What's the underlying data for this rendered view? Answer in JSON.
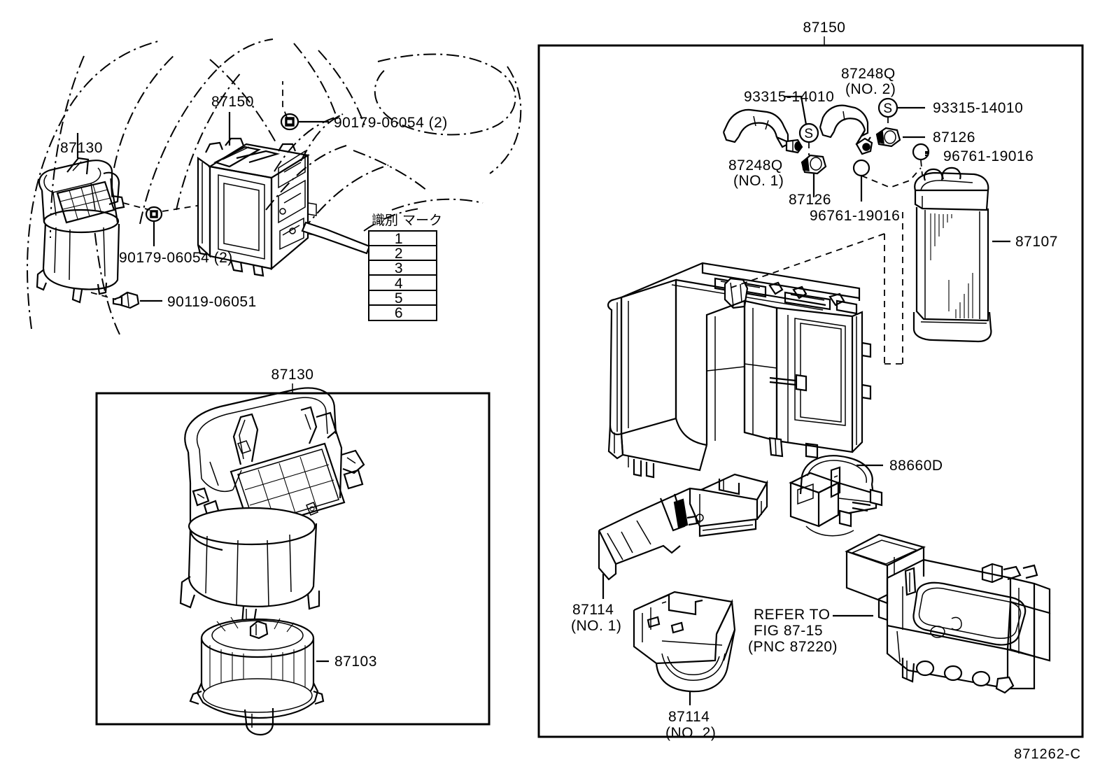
{
  "diagram": {
    "code": "871262-C",
    "top_left_section": {
      "labels": [
        {
          "id": "l1",
          "text": "87150"
        },
        {
          "id": "l2",
          "text": "87130"
        },
        {
          "id": "l3",
          "text": "90179-06054 (2)"
        },
        {
          "id": "l4",
          "text": "90179-06054 (2)"
        },
        {
          "id": "l5",
          "text": "90119-06051"
        }
      ]
    },
    "mark_table": {
      "header": "識別 マーク",
      "rows": [
        "1",
        "2",
        "3",
        "4",
        "5",
        "6"
      ]
    },
    "blower_panel": {
      "title": "87130",
      "labels": [
        {
          "id": "b1",
          "text": "87103"
        }
      ]
    },
    "heater_panel": {
      "title": "87150",
      "labels": [
        {
          "id": "h1",
          "text": "93315-14010"
        },
        {
          "id": "h2",
          "text": "87248Q"
        },
        {
          "id": "h2b",
          "text": "(NO. 2)"
        },
        {
          "id": "h3",
          "text": "93315-14010"
        },
        {
          "id": "h4",
          "text": "87126"
        },
        {
          "id": "h5",
          "text": "96761-19016"
        },
        {
          "id": "h6",
          "text": "87248Q"
        },
        {
          "id": "h6b",
          "text": "(NO. 1)"
        },
        {
          "id": "h7",
          "text": "87126"
        },
        {
          "id": "h8",
          "text": "96761-19016"
        },
        {
          "id": "h9",
          "text": "87107"
        },
        {
          "id": "h10",
          "text": "88660D"
        },
        {
          "id": "h11",
          "text": "87114"
        },
        {
          "id": "h11b",
          "text": "(NO. 1)"
        },
        {
          "id": "h12",
          "text": "87114"
        },
        {
          "id": "h12b",
          "text": "(NO. 2)"
        },
        {
          "id": "h13",
          "text": "REFER TO"
        },
        {
          "id": "h13b",
          "text": "FIG 87-15"
        },
        {
          "id": "h13c",
          "text": "(PNC 87220)"
        }
      ]
    }
  }
}
